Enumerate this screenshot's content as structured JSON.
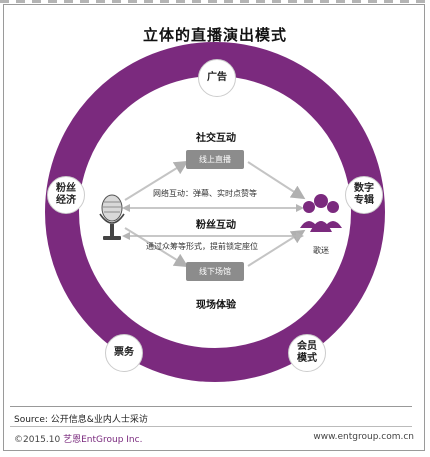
{
  "title": "立体的直播演出模式",
  "ring_items": {
    "ads": "广告",
    "fans_economy": "粉丝经济",
    "digital_album": "数字专辑",
    "tickets": "票务",
    "membership": "会员模式"
  },
  "sections": {
    "social": {
      "title": "社交互动",
      "pill": "线上直播",
      "desc": "网络互动：弹幕、实时点赞等"
    },
    "fans": {
      "title": "粉丝互动",
      "desc": "通过众筹等形式，提前锁定座位",
      "pill": "线下场馆"
    },
    "live": {
      "title": "现场体验"
    }
  },
  "audience_label": "歌迷",
  "source": "Source: 公开信息&业内人士采访",
  "footer": {
    "copyright": "©2015.10",
    "brand": "艺恩EntGroup Inc.",
    "url": "www.entgroup.com.cn"
  },
  "colors": {
    "ring": "#7b2a7e",
    "pill": "#8c8c8c",
    "arrow": "#b5b5b5"
  }
}
